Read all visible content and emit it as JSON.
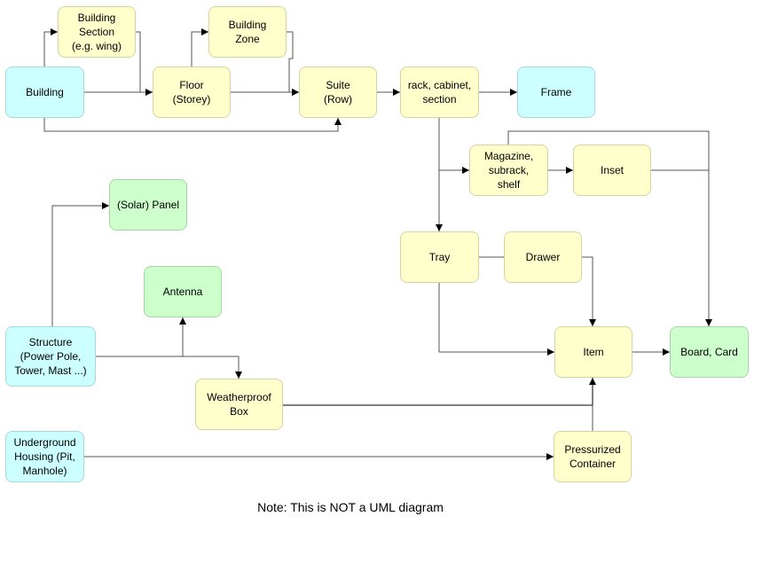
{
  "nodes": {
    "building": "Building",
    "building_section": "Building\nSection\n(e.g. wing)",
    "building_zone": "Building\nZone",
    "floor": "Floor\n(Storey)",
    "suite": "Suite\n(Row)",
    "rack": "rack, cabinet,\nsection",
    "frame": "Frame",
    "magazine": "Magazine,\nsubrack,\nshelf",
    "inset": "Inset",
    "solar_panel": "(Solar) Panel",
    "antenna": "Antenna",
    "tray": "Tray",
    "drawer": "Drawer",
    "structure": "Structure\n(Power Pole,\nTower, Mast ...)",
    "item": "Item",
    "board_card": "Board, Card",
    "weatherproof_box": "Weatherproof\nBox",
    "underground_housing": "Underground\nHousing (Pit,\nManhole)",
    "pressurized_container": "Pressurized\nContainer"
  },
  "note": "Note: This is NOT a UML diagram",
  "colors": {
    "yellow": "#ffffcc",
    "cyan": "#ccffff",
    "green": "#ccffcc"
  }
}
